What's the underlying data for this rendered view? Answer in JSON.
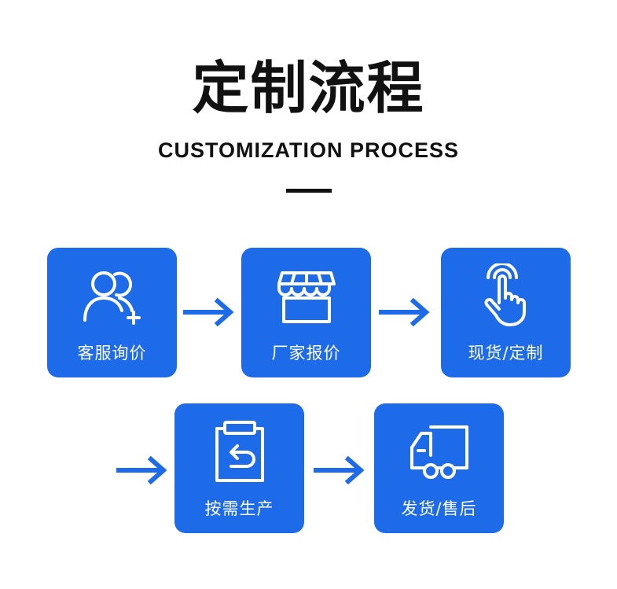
{
  "header": {
    "title": "定制流程",
    "subtitle": "CUSTOMIZATION PROCESS"
  },
  "steps": [
    {
      "label": "客服询价",
      "icon": "add-user-icon"
    },
    {
      "label": "厂家报价",
      "icon": "storefront-icon"
    },
    {
      "label": "现货/定制",
      "icon": "tap-hand-icon"
    },
    {
      "label": "按需生产",
      "icon": "clipboard-return-icon"
    },
    {
      "label": "发货/售后",
      "icon": "delivery-truck-icon"
    }
  ],
  "colors": {
    "card": "#1e6bea",
    "arrow": "#1e6bea",
    "text": "#111111"
  }
}
